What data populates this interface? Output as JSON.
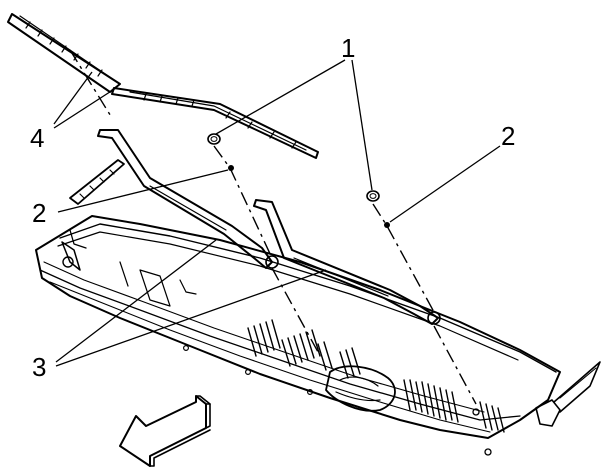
{
  "callouts": {
    "c1": "1",
    "c2_right": "2",
    "c2_left": "2",
    "c3": "3",
    "c4": "4"
  },
  "colors": {
    "ink": "#000000",
    "paper": "#ffffff"
  }
}
